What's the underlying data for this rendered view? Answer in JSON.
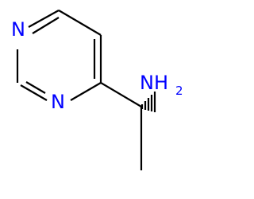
{
  "molecule": {
    "atoms": {
      "n1": "N",
      "n3": "N",
      "amine": "NH",
      "amine_subscript": "2"
    },
    "colors": {
      "bond": "#000000",
      "heteroatom": "#0000ff",
      "background": "#ffffff"
    },
    "stereo": "hashed-wedge"
  }
}
